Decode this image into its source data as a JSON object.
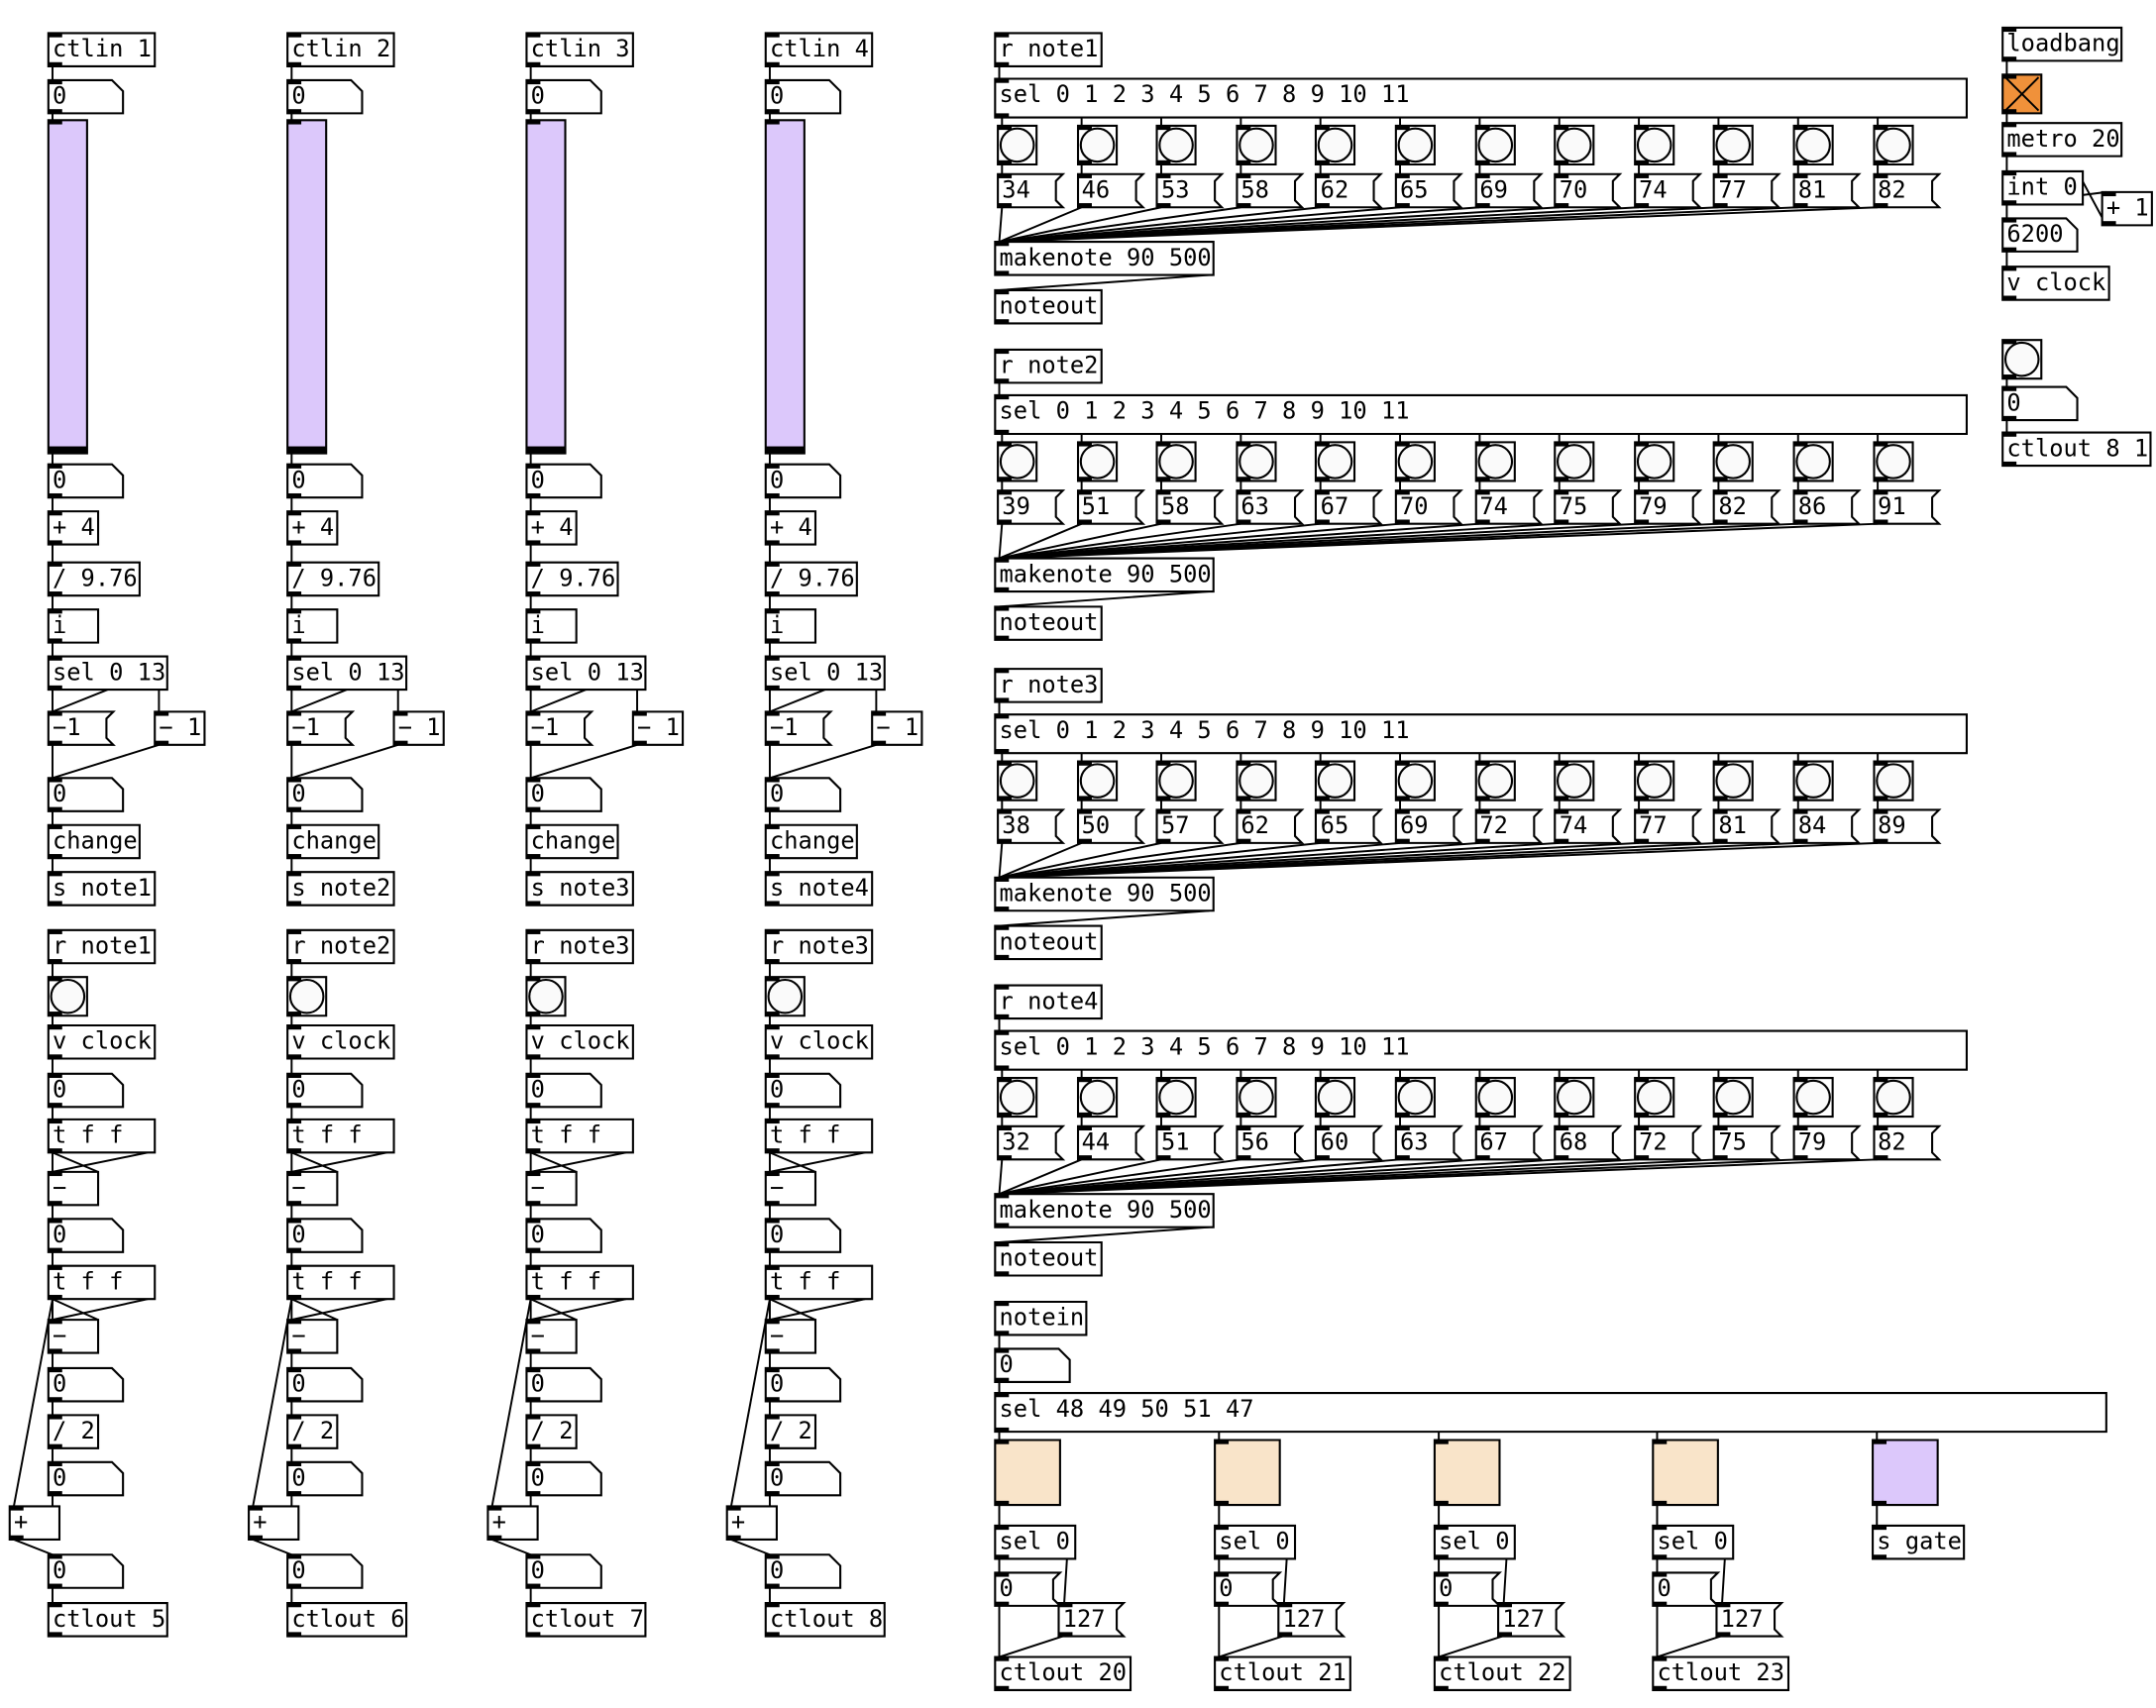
{
  "left_columns": [
    {
      "ctlin": "ctlin 1",
      "num_top": "0",
      "num_mid": "0",
      "add": "+ 4",
      "div": "/ 9.76",
      "int": "i",
      "sel": "sel 0 13",
      "msg_minus": "−1",
      "sub": "− 1",
      "num_sel": "0",
      "change": "change",
      "send": "s note1",
      "receive": "r note1",
      "vclock": "v clock",
      "num_clock": "0",
      "trigger1": "t f f",
      "minus1": "−",
      "num_diff1": "0",
      "trigger2": "t f f",
      "minus2": "−",
      "num_diff2": "0",
      "half": "/ 2",
      "num_half": "0",
      "plus": "+",
      "num_out": "0",
      "ctlout": "ctlout 5"
    },
    {
      "ctlin": "ctlin 2",
      "num_top": "0",
      "num_mid": "0",
      "add": "+ 4",
      "div": "/ 9.76",
      "int": "i",
      "sel": "sel 0 13",
      "msg_minus": "−1",
      "sub": "− 1",
      "num_sel": "0",
      "change": "change",
      "send": "s note2",
      "receive": "r note2",
      "vclock": "v clock",
      "num_clock": "0",
      "trigger1": "t f f",
      "minus1": "−",
      "num_diff1": "0",
      "trigger2": "t f f",
      "minus2": "−",
      "num_diff2": "0",
      "half": "/ 2",
      "num_half": "0",
      "plus": "+",
      "num_out": "0",
      "ctlout": "ctlout 6"
    },
    {
      "ctlin": "ctlin 3",
      "num_top": "0",
      "num_mid": "0",
      "add": "+ 4",
      "div": "/ 9.76",
      "int": "i",
      "sel": "sel 0 13",
      "msg_minus": "−1",
      "sub": "− 1",
      "num_sel": "0",
      "change": "change",
      "send": "s note3",
      "receive": "r note3",
      "vclock": "v clock",
      "num_clock": "0",
      "trigger1": "t f f",
      "minus1": "−",
      "num_diff1": "0",
      "trigger2": "t f f",
      "minus2": "−",
      "num_diff2": "0",
      "half": "/ 2",
      "num_half": "0",
      "plus": "+",
      "num_out": "0",
      "ctlout": "ctlout 7"
    },
    {
      "ctlin": "ctlin 4",
      "num_top": "0",
      "num_mid": "0",
      "add": "+ 4",
      "div": "/ 9.76",
      "int": "i",
      "sel": "sel 0 13",
      "msg_minus": "−1",
      "sub": "− 1",
      "num_sel": "0",
      "change": "change",
      "send": "s note4",
      "receive": "r note3",
      "vclock": "v clock",
      "num_clock": "0",
      "trigger1": "t f f",
      "minus1": "−",
      "num_diff1": "0",
      "trigger2": "t f f",
      "minus2": "−",
      "num_diff2": "0",
      "half": "/ 2",
      "num_half": "0",
      "plus": "+",
      "num_out": "0",
      "ctlout": "ctlout 8"
    }
  ],
  "note_blocks": [
    {
      "receive": "r note1",
      "sel": "sel 0 1 2 3 4 5 6 7 8 9 10 11",
      "notes": [
        "34",
        "46",
        "53",
        "58",
        "62",
        "65",
        "69",
        "70",
        "74",
        "77",
        "81",
        "82"
      ],
      "makenote": "makenote 90 500",
      "noteout": "noteout"
    },
    {
      "receive": "r note2",
      "sel": "sel 0 1 2 3 4 5 6 7 8 9 10 11",
      "notes": [
        "39",
        "51",
        "58",
        "63",
        "67",
        "70",
        "74",
        "75",
        "79",
        "82",
        "86",
        "91"
      ],
      "makenote": "makenote 90 500",
      "noteout": "noteout"
    },
    {
      "receive": "r note3",
      "sel": "sel 0 1 2 3 4 5 6 7 8 9 10 11",
      "notes": [
        "38",
        "50",
        "57",
        "62",
        "65",
        "69",
        "72",
        "74",
        "77",
        "81",
        "84",
        "89"
      ],
      "makenote": "makenote 90 500",
      "noteout": "noteout"
    },
    {
      "receive": "r note4",
      "sel": "sel 0 1 2 3 4 5 6 7 8 9 10 11",
      "notes": [
        "32",
        "44",
        "51",
        "56",
        "60",
        "63",
        "67",
        "68",
        "72",
        "75",
        "79",
        "82"
      ],
      "makenote": "makenote 90 500",
      "noteout": "noteout"
    }
  ],
  "notein_section": {
    "notein": "notein",
    "num": "0",
    "sel": "sel 48 49 50 51 47",
    "channels": [
      {
        "sel": "sel 0",
        "msg_zero": "0",
        "msg_max": "127",
        "ctlout": "ctlout 20"
      },
      {
        "sel": "sel 0",
        "msg_zero": "0",
        "msg_max": "127",
        "ctlout": "ctlout 21"
      },
      {
        "sel": "sel 0",
        "msg_zero": "0",
        "msg_max": "127",
        "ctlout": "ctlout 22"
      },
      {
        "sel": "sel 0",
        "msg_zero": "0",
        "msg_max": "127",
        "ctlout": "ctlout 23"
      }
    ],
    "gate_send": "s gate"
  },
  "clock_section": {
    "loadbang": "loadbang",
    "toggle_on": true,
    "metro": "metro 20",
    "int": "int 0",
    "plus": "+ 1",
    "counter": "6200",
    "vclock": "v clock",
    "num": "0",
    "ctlout": "ctlout 8 1"
  },
  "colors": {
    "slider": "#dcc8fb",
    "toggle": "#f0913a",
    "cc_square": "#f9e4c9",
    "gate_square": "#dcc8fb"
  }
}
